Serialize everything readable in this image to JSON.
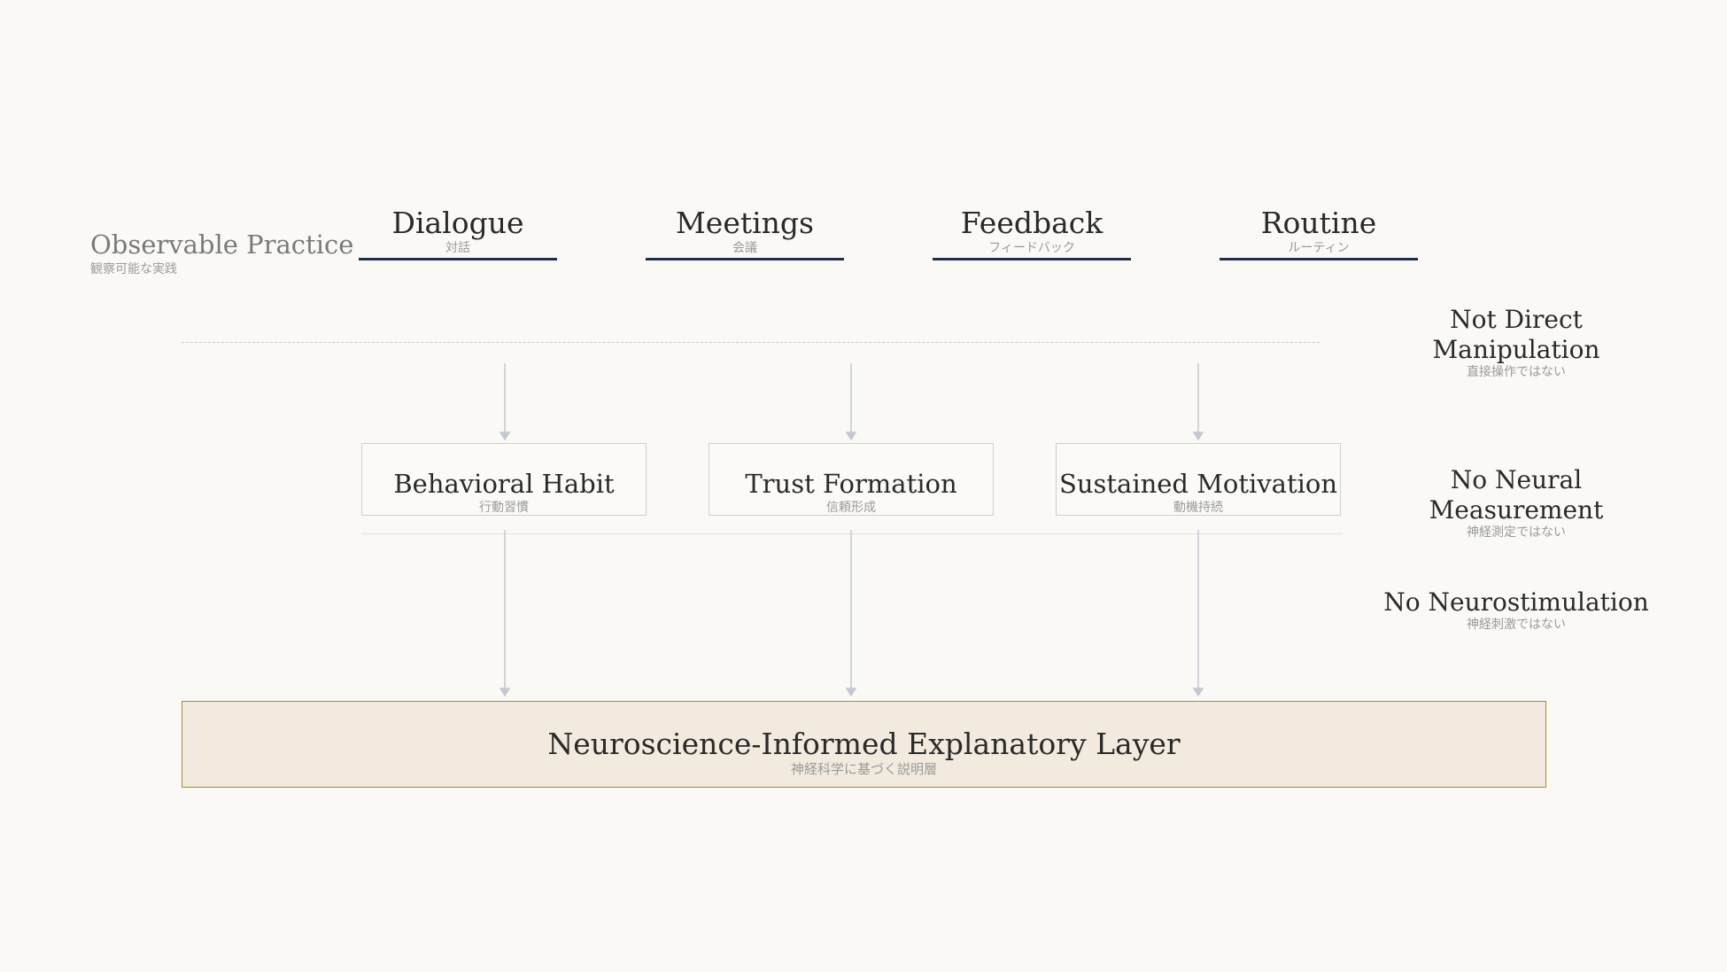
{
  "left_label": {
    "en": "Observable Practice",
    "ja": "観察可能な実践"
  },
  "practices": [
    {
      "en": "Dialogue",
      "ja": "対話"
    },
    {
      "en": "Meetings",
      "ja": "会議"
    },
    {
      "en": "Feedback",
      "ja": "フィードバック"
    },
    {
      "en": "Routine",
      "ja": "ルーティン"
    }
  ],
  "mechanisms": [
    {
      "en": "Behavioral Habit",
      "ja": "行動習慣"
    },
    {
      "en": "Trust Formation",
      "ja": "信頼形成"
    },
    {
      "en": "Sustained Motivation",
      "ja": "動機持続"
    }
  ],
  "constraints": [
    {
      "en": "Not Direct Manipulation",
      "ja": "直接操作ではない"
    },
    {
      "en": "No Neural Measurement",
      "ja": "神経測定ではない"
    },
    {
      "en": "No Neurostimulation",
      "ja": "神経刺激ではない"
    }
  ],
  "explanatory_layer": {
    "en": "Neuroscience-Informed Explanatory Layer",
    "ja": "神経科学に基づく説明層"
  },
  "colors": {
    "background": "#faf9f6",
    "practice_underline": "#1f2f4b",
    "layer_fill": "#f2eadf",
    "layer_border": "#a88a3c",
    "arrow": "#c4c8cf"
  }
}
